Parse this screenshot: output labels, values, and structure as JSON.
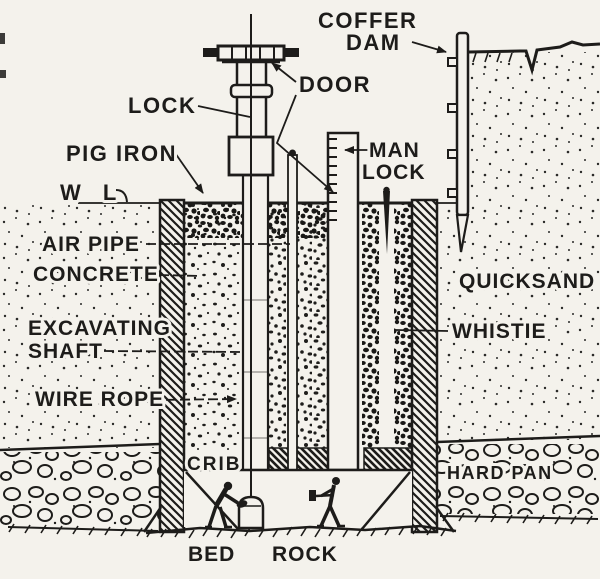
{
  "figure": {
    "kind": "caisson-cross-section-engraving",
    "labels": {
      "coffer": "COFFER",
      "dam": "DAM",
      "door": "DOOR",
      "lock": "LOCK",
      "pig_iron": "PIG IRON",
      "water_level": "W L",
      "air_pipe": "AIR PIPE",
      "concrete": "CONCRETE",
      "excavating": "EXCAVATING",
      "shaft": "SHAFT",
      "wire_rope": "WIRE ROPE",
      "man": "MAN",
      "man_lock": "LOCK",
      "quicksand": "QUICKSAND",
      "whistie": "WHISTIE",
      "crib": "CRIB",
      "hard_pan": "HARD PAN",
      "bed": "BED",
      "rock": "ROCK"
    },
    "colors": {
      "ink": "#1d1c1a",
      "paper": "#f4f2ec"
    }
  }
}
